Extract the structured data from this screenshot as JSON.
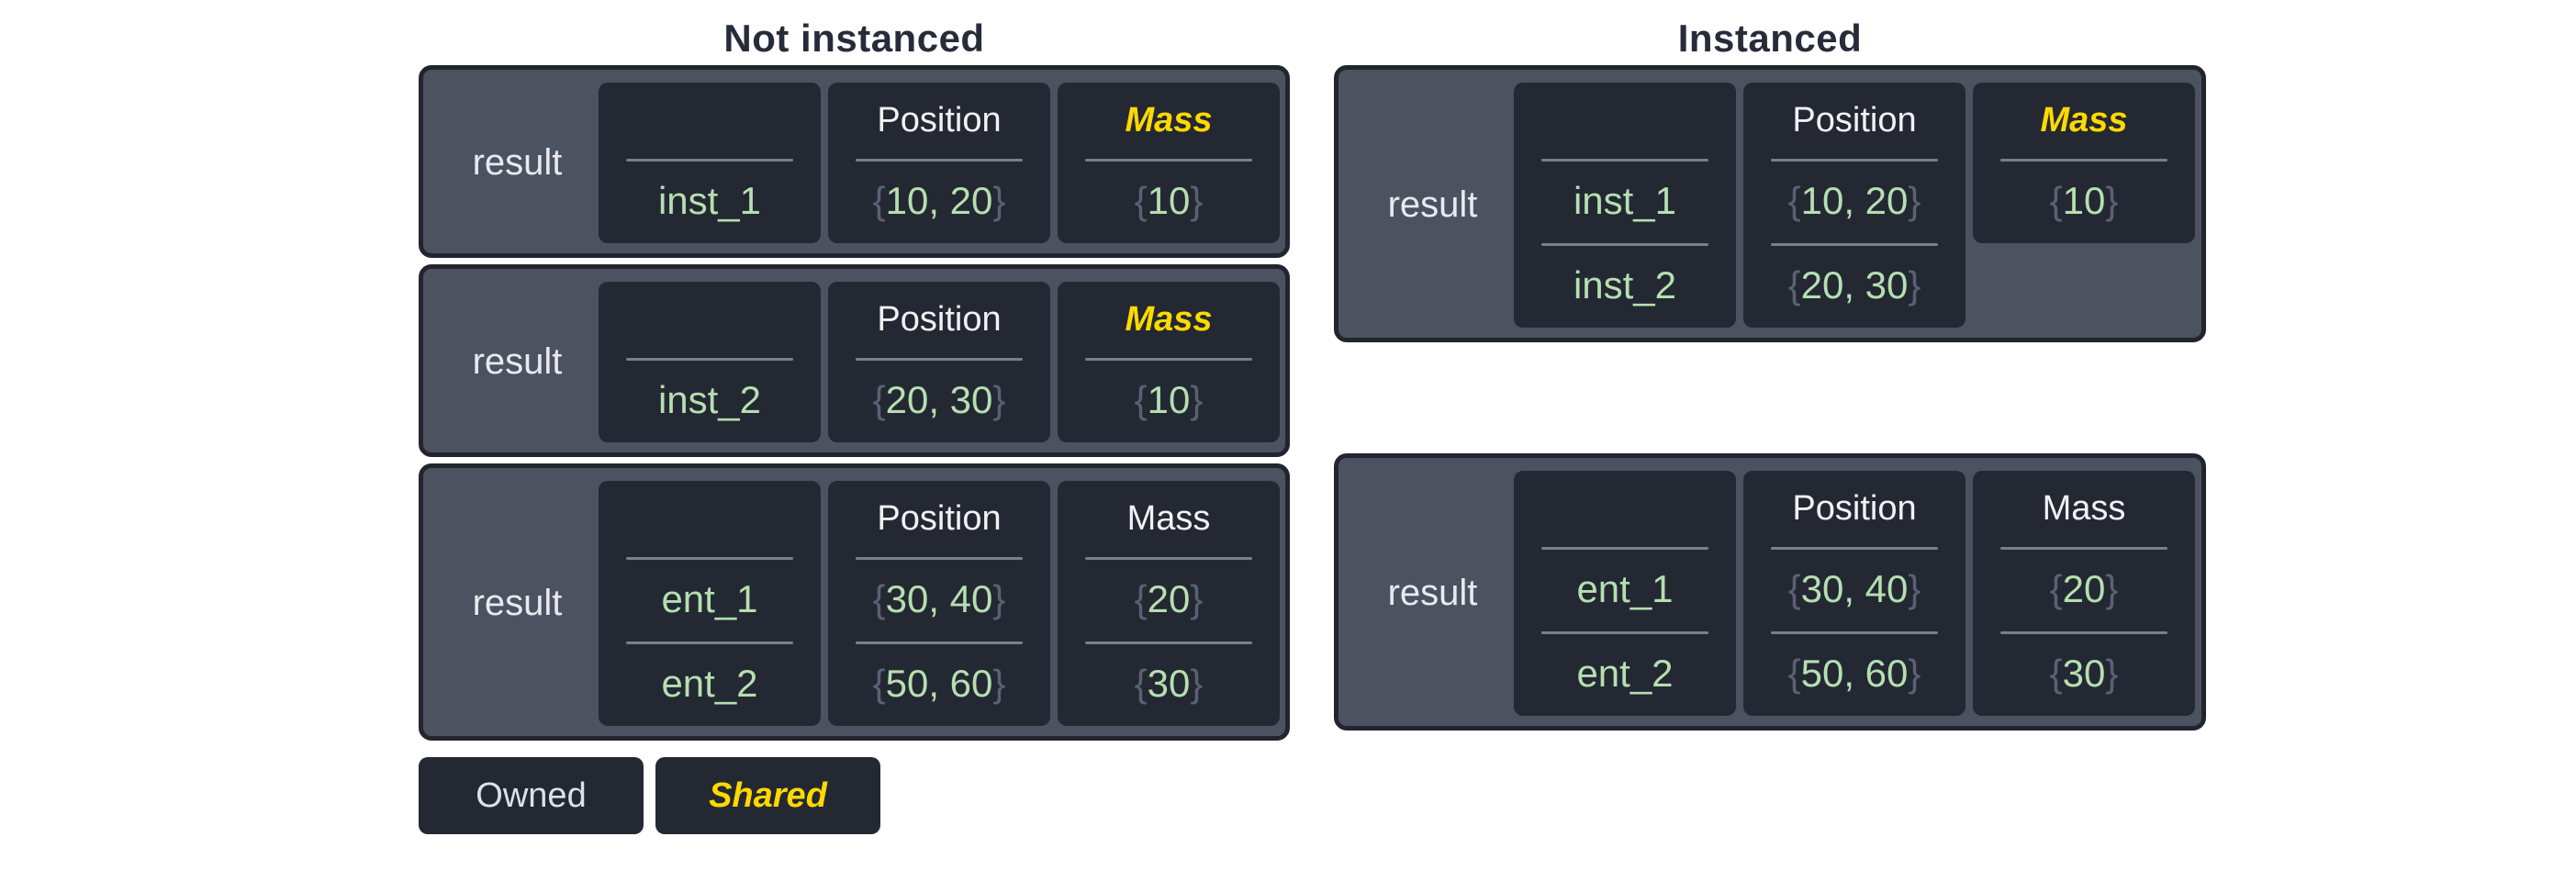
{
  "colors": {
    "table_fill": "#4d5260",
    "table_border": "#22252e",
    "cell_fill": "#242833",
    "divider": "#7a7f8a",
    "value_green": "#b5dfb0",
    "brace_gray": "#5a6173",
    "shared_yellow": "#ffd900",
    "header_white": "#f0f2f4",
    "title_dark": "#262c3a"
  },
  "not_instanced": {
    "title": "Not instanced",
    "tables": [
      {
        "label": "result",
        "columns": [
          {
            "header": "",
            "shared": false,
            "rows": [
              {
                "open": "",
                "value": "inst_1",
                "close": ""
              }
            ]
          },
          {
            "header": "Position",
            "shared": false,
            "rows": [
              {
                "open": "{",
                "value": "10, 20",
                "close": "}"
              }
            ]
          },
          {
            "header": "Mass",
            "shared": true,
            "rows": [
              {
                "open": "{",
                "value": "10",
                "close": "}"
              }
            ]
          }
        ]
      },
      {
        "label": "result",
        "columns": [
          {
            "header": "",
            "shared": false,
            "rows": [
              {
                "open": "",
                "value": "inst_2",
                "close": ""
              }
            ]
          },
          {
            "header": "Position",
            "shared": false,
            "rows": [
              {
                "open": "{",
                "value": "20, 30",
                "close": "}"
              }
            ]
          },
          {
            "header": "Mass",
            "shared": true,
            "rows": [
              {
                "open": "{",
                "value": "10",
                "close": "}"
              }
            ]
          }
        ]
      },
      {
        "label": "result",
        "columns": [
          {
            "header": "",
            "shared": false,
            "rows": [
              {
                "open": "",
                "value": "ent_1",
                "close": ""
              },
              {
                "open": "",
                "value": "ent_2",
                "close": ""
              }
            ]
          },
          {
            "header": "Position",
            "shared": false,
            "rows": [
              {
                "open": "{",
                "value": "30, 40",
                "close": "}"
              },
              {
                "open": "{",
                "value": "50, 60",
                "close": "}"
              }
            ]
          },
          {
            "header": "Mass",
            "shared": false,
            "rows": [
              {
                "open": "{",
                "value": "20",
                "close": "}"
              },
              {
                "open": "{",
                "value": "30",
                "close": "}"
              }
            ]
          }
        ]
      }
    ]
  },
  "instanced": {
    "title": "Instanced",
    "tables": [
      {
        "label": "result",
        "columns": [
          {
            "header": "",
            "shared": false,
            "rows": [
              {
                "open": "",
                "value": "inst_1",
                "close": ""
              },
              {
                "open": "",
                "value": "inst_2",
                "close": ""
              }
            ]
          },
          {
            "header": "Position",
            "shared": false,
            "rows": [
              {
                "open": "{",
                "value": "10, 20",
                "close": "}"
              },
              {
                "open": "{",
                "value": "20, 30",
                "close": "}"
              }
            ]
          },
          {
            "header": "Mass",
            "shared": true,
            "rows": [
              {
                "open": "{",
                "value": "10",
                "close": "}"
              }
            ]
          }
        ]
      },
      {
        "label": "result",
        "columns": [
          {
            "header": "",
            "shared": false,
            "rows": [
              {
                "open": "",
                "value": "ent_1",
                "close": ""
              },
              {
                "open": "",
                "value": "ent_2",
                "close": ""
              }
            ]
          },
          {
            "header": "Position",
            "shared": false,
            "rows": [
              {
                "open": "{",
                "value": "30, 40",
                "close": "}"
              },
              {
                "open": "{",
                "value": "50, 60",
                "close": "}"
              }
            ]
          },
          {
            "header": "Mass",
            "shared": false,
            "rows": [
              {
                "open": "{",
                "value": "20",
                "close": "}"
              },
              {
                "open": "{",
                "value": "30",
                "close": "}"
              }
            ]
          }
        ]
      }
    ]
  },
  "legend": {
    "owned": "Owned",
    "shared": "Shared"
  }
}
